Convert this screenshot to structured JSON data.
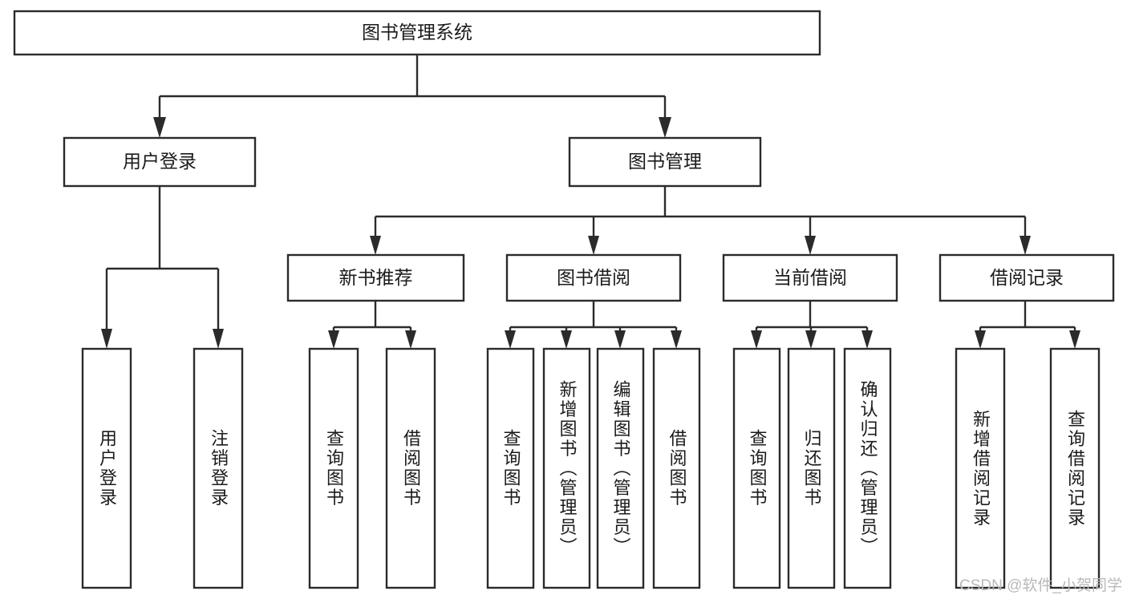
{
  "diagram": {
    "type": "tree-hierarchy",
    "title": "图书管理系统",
    "orientation": "top-down",
    "colors": {
      "stroke": "#2b2b2b",
      "fill": "#ffffff",
      "text": "#1b1b1b",
      "watermark": "#b9b9b9"
    },
    "levels": {
      "level1": [
        "图书管理系统"
      ],
      "level2": [
        "用户登录",
        "图书管理"
      ],
      "level3": [
        "新书推荐",
        "图书借阅",
        "当前借阅",
        "借阅记录"
      ],
      "level4": [
        "用户登录",
        "注销登录",
        "查询图书",
        "借阅图书",
        "查询图书",
        "新增图书（管理员）",
        "编辑图书（管理员）",
        "借阅图书",
        "查询图书",
        "归还图书",
        "确认归还（管理员）",
        "新增借阅记录",
        "查询借阅记录"
      ]
    },
    "nodes": {
      "root": {
        "label": "图书管理系统"
      },
      "user_login": {
        "label": "用户登录"
      },
      "book_manage": {
        "label": "图书管理"
      },
      "new_book_rec": {
        "label": "新书推荐"
      },
      "book_borrow": {
        "label": "图书借阅"
      },
      "current_borrow": {
        "label": "当前借阅"
      },
      "borrow_record": {
        "label": "借阅记录"
      },
      "leaf_user_login": {
        "label": "用户登录"
      },
      "leaf_logout": {
        "label": "注销登录"
      },
      "leaf_query_book_a": {
        "label": "查询图书"
      },
      "leaf_borrow_book_a": {
        "label": "借阅图书"
      },
      "leaf_query_book_b": {
        "label": "查询图书"
      },
      "leaf_add_book_admin": {
        "label": "新增图书（管理员）"
      },
      "leaf_edit_book_admin": {
        "label": "编辑图书（管理员）"
      },
      "leaf_borrow_book_b": {
        "label": "借阅图书"
      },
      "leaf_query_book_c": {
        "label": "查询图书"
      },
      "leaf_return_book": {
        "label": "归还图书"
      },
      "leaf_confirm_return_admin": {
        "label": "确认归还（管理员）"
      },
      "leaf_add_borrow_record": {
        "label": "新增借阅记录"
      },
      "leaf_query_borrow_record": {
        "label": "查询借阅记录"
      }
    },
    "edges": [
      {
        "from": "root",
        "to": "user_login"
      },
      {
        "from": "root",
        "to": "book_manage"
      },
      {
        "from": "user_login",
        "to": "leaf_user_login"
      },
      {
        "from": "user_login",
        "to": "leaf_logout"
      },
      {
        "from": "book_manage",
        "to": "new_book_rec"
      },
      {
        "from": "book_manage",
        "to": "book_borrow"
      },
      {
        "from": "book_manage",
        "to": "current_borrow"
      },
      {
        "from": "book_manage",
        "to": "borrow_record"
      },
      {
        "from": "new_book_rec",
        "to": "leaf_query_book_a"
      },
      {
        "from": "new_book_rec",
        "to": "leaf_borrow_book_a"
      },
      {
        "from": "book_borrow",
        "to": "leaf_query_book_b"
      },
      {
        "from": "book_borrow",
        "to": "leaf_add_book_admin"
      },
      {
        "from": "book_borrow",
        "to": "leaf_edit_book_admin"
      },
      {
        "from": "book_borrow",
        "to": "leaf_borrow_book_b"
      },
      {
        "from": "current_borrow",
        "to": "leaf_query_book_c"
      },
      {
        "from": "current_borrow",
        "to": "leaf_return_book"
      },
      {
        "from": "current_borrow",
        "to": "leaf_confirm_return_admin"
      },
      {
        "from": "borrow_record",
        "to": "leaf_add_borrow_record"
      },
      {
        "from": "borrow_record",
        "to": "leaf_query_borrow_record"
      }
    ]
  },
  "watermark": {
    "text": "CSDN @软件_小贺同学"
  }
}
